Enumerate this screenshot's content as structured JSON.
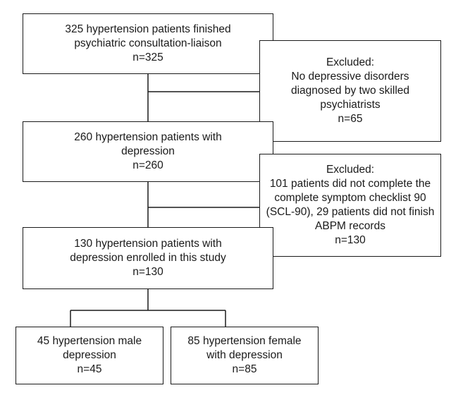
{
  "boxes": {
    "start": {
      "lines": [
        "325 hypertension patients finished",
        "psychiatric consultation-liaison",
        "n=325"
      ]
    },
    "excluded_1": {
      "lines": [
        "Excluded:",
        "No depressive disorders",
        "diagnosed by two skilled",
        "psychiatrists",
        "n=65"
      ]
    },
    "depression": {
      "lines": [
        "260 hypertension patients with",
        "depression",
        "n=260"
      ]
    },
    "excluded_2": {
      "lines": [
        "Excluded:",
        "101 patients did not complete the",
        "complete symptom checklist 90",
        "(SCL-90), 29 patients did not finish",
        "ABPM records",
        "n=130"
      ]
    },
    "enrolled": {
      "lines": [
        "130 hypertension patients with",
        "depression enrolled in this study",
        "n=130"
      ]
    },
    "male": {
      "lines": [
        "45 hypertension male",
        "depression",
        "n=45"
      ]
    },
    "female": {
      "lines": [
        "85 hypertension female",
        "with depression",
        "n=85"
      ]
    }
  },
  "colors": {
    "stroke": "#1a1a1a",
    "background": "#ffffff"
  }
}
